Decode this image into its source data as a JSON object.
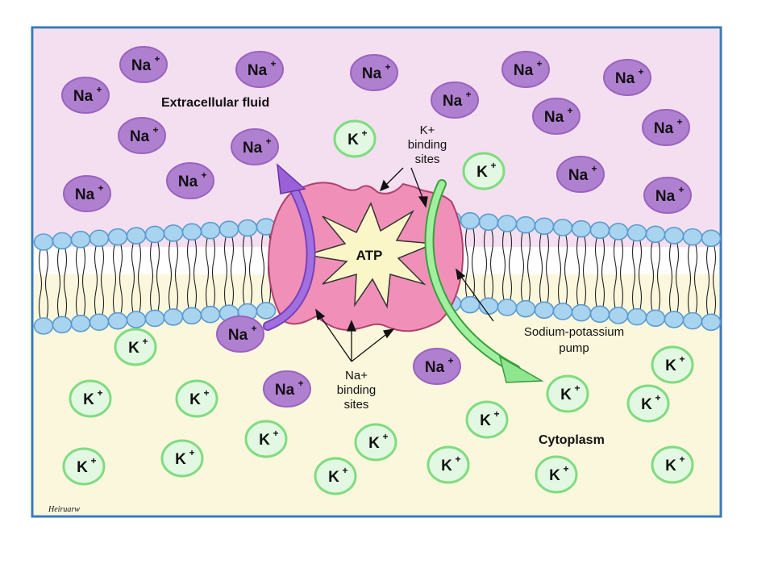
{
  "labels": {
    "extracellular": "Extracellular fluid",
    "cytoplasm": "Cytoplasm",
    "atp": "ATP",
    "k_binding": [
      "K+",
      "binding",
      "sites"
    ],
    "na_binding": [
      "Na+",
      "binding",
      "sites"
    ],
    "pump": [
      "Sodium-potassium",
      "pump"
    ],
    "signature": "Heiruarw"
  },
  "ions": {
    "na_symbol": "Na",
    "k_symbol": "K",
    "charge": "+"
  },
  "colors": {
    "extracellular_bg": "#f4dff0",
    "cytoplasm_bg": "#fbf7dc",
    "frame": "#3a7ab8",
    "sodium_fill": "#b080d0",
    "sodium_stroke": "#9a62c0",
    "potassium_fill": "#e2f8e2",
    "potassium_stroke": "#7fdc7f",
    "lipid_head": "#a9d4f0",
    "lipid_head_stroke": "#5a9ad0",
    "pump_fill": "#f090b8",
    "pump_stroke": "#b0406e",
    "atp_fill": "#fbf6c8",
    "na_arrow": "#9a60d8",
    "k_arrow": "#8ee68e"
  }
}
